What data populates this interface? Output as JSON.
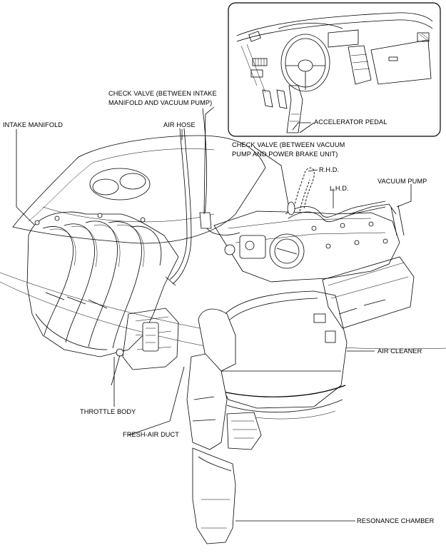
{
  "labels": {
    "intake_manifold": "INTAKE MANIFOLD",
    "check_valve_top_1": "CHECK VALVE (BETWEEN INTAKE",
    "check_valve_top_2": "MANIFOLD AND VACUUM PUMP)",
    "air_hose": "AIR HOSE",
    "accelerator_pedal": "ACCELERATOR PEDAL",
    "check_valve_mid_1": "CHECK VALVE (BETWEEN VACUUM",
    "check_valve_mid_2": "PUMP AND POWER BRAKE UNIT)",
    "rhd": "R.H.D.",
    "lhd": "L.H.D.",
    "vacuum_pump": "VACUUM PUMP",
    "air_cleaner": "AIR CLEANER",
    "throttle_body": "THROTTLE BODY",
    "fresh_air_duct": "FRESH-AIR DUCT",
    "resonance_chamber": "RESONANCE CHAMBER"
  }
}
